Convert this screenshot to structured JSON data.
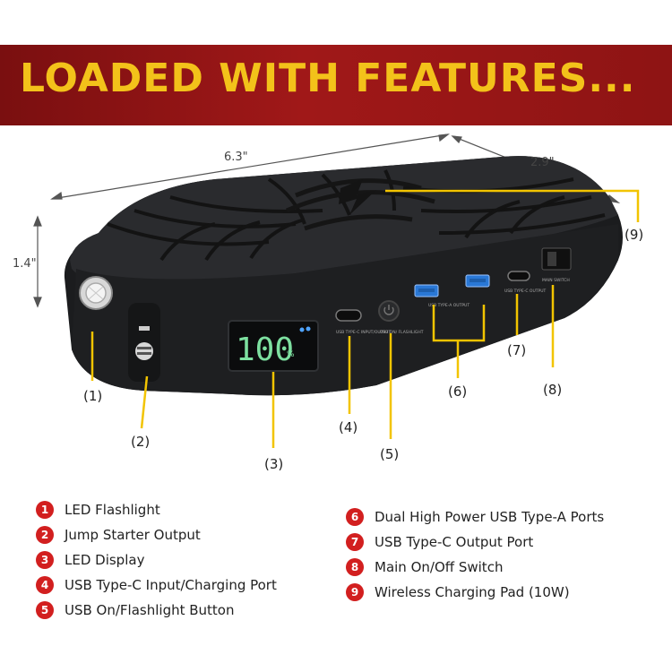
{
  "banner": {
    "title": "LOADED WITH FEATURES..."
  },
  "dimensions": {
    "length": "6.3\"",
    "depth": "2.9\"",
    "height": "1.4\""
  },
  "display": {
    "reading": "100",
    "unit": "%"
  },
  "port_labels": {
    "usb_c_input": "USB TYPE-C INPUT/OUTPUT",
    "button": "USB ON/ FLASHLIGHT",
    "usb_a": "USB TYPE-A OUTPUT",
    "usb_c_output": "USB TYPE-C OUTPUT",
    "switch": "MAIN SWITCH"
  },
  "callouts": [
    "(1)",
    "(2)",
    "(3)",
    "(4)",
    "(5)",
    "(6)",
    "(7)",
    "(8)",
    "(9)"
  ],
  "legend": [
    {
      "num": "1",
      "text": "LED Flashlight"
    },
    {
      "num": "2",
      "text": "Jump Starter Output"
    },
    {
      "num": "3",
      "text": "LED Display"
    },
    {
      "num": "4",
      "text": "USB Type-C Input/Charging Port"
    },
    {
      "num": "5",
      "text": "USB On/Flashlight Button"
    },
    {
      "num": "6",
      "text": "Dual High Power USB Type-A Ports"
    },
    {
      "num": "7",
      "text": "USB Type-C Output Port"
    },
    {
      "num": "8",
      "text": "Main On/Off Switch"
    },
    {
      "num": "9",
      "text": "Wireless Charging Pad (10W)"
    }
  ],
  "colors": {
    "banner_red": "#9b1717",
    "title_yellow": "#f3c21a",
    "leader_yellow": "#f2c400",
    "legend_red": "#d21f1f",
    "display_green": "#7de0a0"
  }
}
